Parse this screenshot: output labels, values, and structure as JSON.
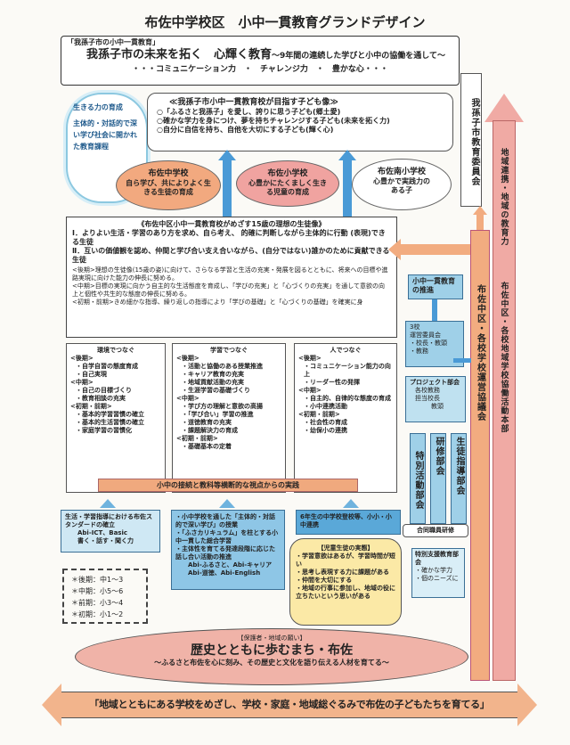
{
  "title": "布佐中学校区　小中一貫教育グランドデザイン",
  "banner": {
    "label": "「我孫子市の小中一貫教育」",
    "main": "我孫子市の未来を拓く　心輝く教育",
    "sub": "～9年間の連続した学びと小中の協働を通して～",
    "powers": "・・・コミュニケーション力　・　チャレンジ力　・　豊かな心・・・"
  },
  "cloud": {
    "title": "生きる力の育成",
    "body": "主体的・対話的で深い学び社会に開かれた教育課程"
  },
  "goals": {
    "title": "≪我孫子市小中一貫教育校が目指す子ども像≫",
    "items": [
      "○「ふるさと我孫子」を愛し、誇りに思う子ども(郷土愛)",
      "○確かな学力を身につけ、夢を持ちチャレンジする子ども(未来を拓く力)",
      "○自分に自信を持ち、自他を大切にする子ども(輝く心)"
    ]
  },
  "schools": [
    {
      "name": "布佐中学校",
      "goal": "自ら学び、共によりよく生きる生徒の育成",
      "color": "#f2a97f"
    },
    {
      "name": "布佐小学校",
      "goal": "心豊かにたくましく生きる児童の育成",
      "color": "#f0a3a0"
    },
    {
      "name": "布佐南小学校",
      "goal": "心豊かで実践力のある子",
      "color": "#ffffff"
    }
  ],
  "ideal": {
    "title": "《布佐中区小中一貫教育校がめざす15歳の理想の生徒像》",
    "items": [
      "Ⅰ．よりよい生活・学習のあり方を求め、自ら考え、 的確に判断しながら主体的に行動 (表現)できる生徒",
      "Ⅱ．互いの価値観を認め、仲間と学び合い支え合いながら、(自分ではない)誰かのために貢献できる生徒"
    ],
    "phases": [
      "<後期>理想の生徒像(15歳の姿)に向けて、さらなる学習と生活の充実・発展を図るとともに、将来への目標や進路実現に向けた能力の伸長に努める。",
      "<中期>目標の実現に向かう自主的な生活態度を育成し、「学びの充実」と「心づくりの充実」を通して意欲の向上と個性や共生的な態度の伸長に努める。",
      "<初期・前期>きめ細かな指導、繰り返しの指導により「学びの基礎」と「心づくりの基礎」を確実に身"
    ]
  },
  "columns": [
    {
      "title": "環境でつなぐ",
      "lines": [
        "<後期>",
        "・自学自習の態度育成",
        "・自己実現",
        "<中期>",
        "・自己の目標づくり",
        "・教育相談の充実",
        "<初期・前期>",
        "・基本的学習習慣の確立",
        "・基本的生活習慣の確立",
        "・家庭学習の習慣化"
      ]
    },
    {
      "title": "学習でつなぐ",
      "lines": [
        "<後期>",
        "・活動と協働のある授業推進",
        "・キャリア教育の充実",
        "・地域貢献活動の充実",
        "・生涯学習の基礎づくり",
        "<中期>",
        "・学び方の理解と意欲の高揚",
        "・「学び合い」学習の推進",
        "・道徳教育の充実",
        "・課題解決力の育成",
        "<初期・前期>",
        "・基礎基本の定着"
      ]
    },
    {
      "title": "人でつなぐ",
      "lines": [
        "<後期>",
        "・コミュニケーション能力の向上",
        "・リーダー性の発揮",
        "<中期>",
        "・自主的、自律的な態度の育成",
        "・小中連携活動",
        "<初期・前期>",
        "・社会性の育成",
        "・幼保小の連携"
      ]
    }
  ],
  "practice": "小中の接続と教科等横断的な視点からの実践",
  "support": [
    {
      "lines": [
        "生活・学習指導における布佐スタンダードの確立",
        "Abi-ICT、Basic",
        "書く・話す・聞く力"
      ]
    },
    {
      "lines": [
        "・小中学校を通した「主体的・対話的で深い学び」の授業",
        "・「ふさカリキュラム」を柱とする小中一貫した総合学習",
        "・主体性を育てる発達段階に応じた話し合い活動の推進",
        "Abi-ふるさと、Abi-キャリア",
        "Abi-道徳、Abi-English"
      ]
    },
    {
      "lines": [
        "6年生の中学校登校等、小小・小中連携"
      ]
    }
  ],
  "legend": [
    "＊後期：中1～3",
    "＊中期：小5～6",
    "＊前期：小3～4",
    "＊初期：小1～2"
  ],
  "students": {
    "title": "【児童生徒の実態】",
    "items": [
      "・学習意欲はあるが、学習時間が短い",
      "・思考し表現する力に課題がある",
      "・仲間を大切にする",
      "・地域の行事に参加し、地域の役に立ちたいという思いがある"
    ]
  },
  "wish": {
    "label": "【保護者・地域の願い】",
    "title": "歴史とともに歩むまち・布佐",
    "sub": "～ふるさと布佐を心に刻み、その歴史と文化を語り伝える人材を育てる～"
  },
  "bottom": "「地域とともにある学校をめざし、学校・家庭・地域総ぐるみで布佐の子どもたちを育てる」",
  "right": {
    "board": "我孫子市教育委員会",
    "council": "布佐中区・各校学校運営協議会",
    "community1": "地域連携・地域の教育力",
    "community2": "布佐中区・各校地域学校協働活動本部",
    "promote": "小中一貫教育の推進",
    "committee": [
      "3校",
      "運営委員会",
      "・校長・教頭",
      "・教務"
    ],
    "project": [
      "プロジェクト部会",
      "各校教務",
      "担当校長",
      "教頭"
    ],
    "depts": [
      "特別活動部会",
      "研修部会",
      "生徒指導部会"
    ],
    "training": "合同職員研修",
    "special": [
      "特別支援教育部会",
      "・確かな学力",
      "・個のニーズに"
    ]
  }
}
